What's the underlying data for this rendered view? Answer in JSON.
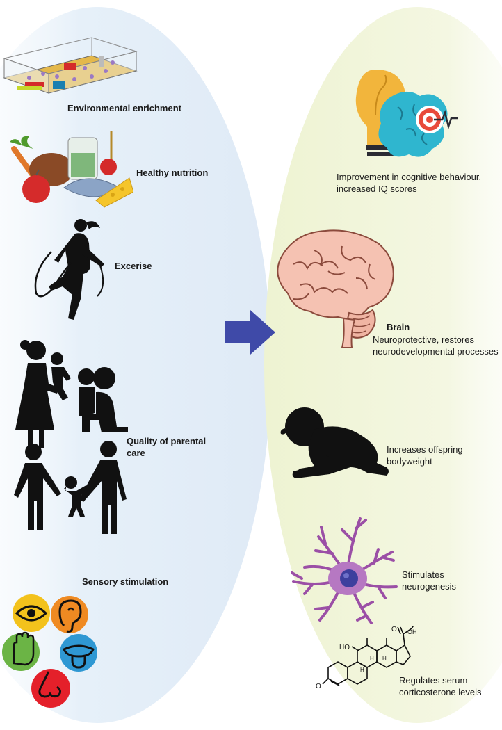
{
  "left_column": {
    "items": [
      {
        "label": "Environmental enrichment",
        "icon": "cage-icon"
      },
      {
        "label": "Healthy nutrition",
        "icon": "food-icon"
      },
      {
        "label": "Excerise",
        "icon": "jump-rope-icon"
      },
      {
        "label": "Quality of parental care",
        "icon": "parent-child-icon"
      },
      {
        "label": "Sensory stimulation",
        "icon": "senses-icon"
      }
    ]
  },
  "right_column": {
    "items": [
      {
        "label": "Improvement in cognitive behaviour, increased IQ scores",
        "icon": "brain-bulb-target-icon"
      },
      {
        "title": "Brain",
        "label": "Neuroprotective, restores neurodevelopmental processes",
        "icon": "brain-icon"
      },
      {
        "label": "Increases offspring bodyweight",
        "icon": "crawling-baby-icon"
      },
      {
        "label": "Stimulates neurogenesis",
        "icon": "neuron-icon"
      },
      {
        "label": "Regulates serum corticosterone levels",
        "icon": "corticosterone-structure-icon"
      }
    ]
  },
  "molecule": {
    "oh_top": "OH",
    "oh_left": "HO",
    "oxo_side": "O",
    "oxo_ring": "O",
    "h1": "H",
    "h2": "H",
    "h3": "H"
  },
  "colors": {
    "left_oval": "#e3eef8",
    "right_oval": "#eef3d2",
    "arrow": "#3f4aa8",
    "eye": "#f3c21c",
    "ear": "#ef8a22",
    "hand": "#6bb445",
    "tongue": "#2f98d3",
    "nose": "#e4202a"
  }
}
